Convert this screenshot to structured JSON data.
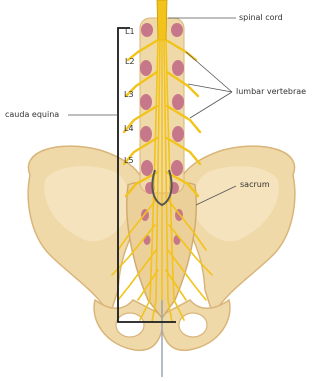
{
  "diagram": {
    "labels": {
      "spinal_cord": "spinal cord",
      "lumbar_vertebrae": "lumbar vertebrae",
      "cauda_equina": "cauda equina",
      "sacrum": "sacrum"
    },
    "vertebra_labels": [
      "L1",
      "L2",
      "L3",
      "L4",
      "L5"
    ]
  },
  "colors": {
    "bone": "#f0d9a8",
    "bone_shadow": "#ddb97c",
    "nerve": "#f2c319",
    "nerve_dark": "#c99a08",
    "disc": "#c7778a",
    "label_line": "#555555",
    "bracket": "#1a1a1a"
  }
}
